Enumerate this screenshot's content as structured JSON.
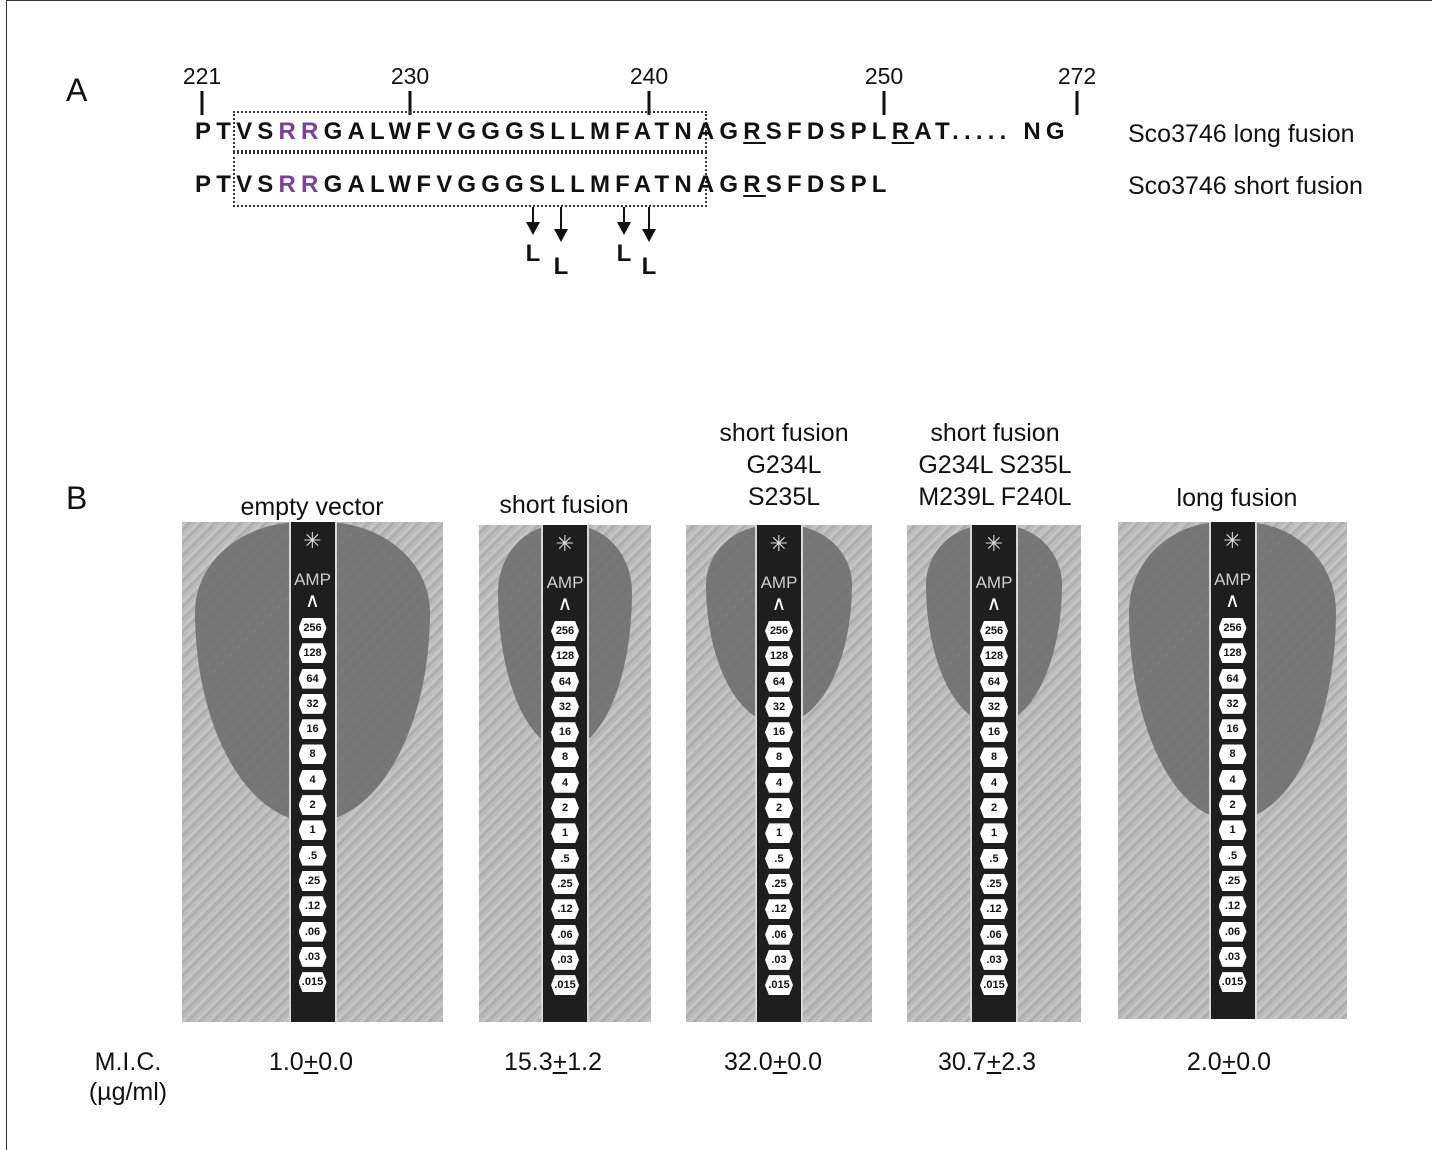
{
  "panel_a": {
    "letter": "A",
    "positions": [
      "221",
      "230",
      "240",
      "250",
      "272"
    ],
    "long_seq": {
      "pre": "PT",
      "box1": "VS",
      "rr": "RR",
      "box2": "GALWFVGGGSLLMFAT",
      "post1": "NAG",
      "r1": "R",
      "post2": "SFDSPL",
      "r2": "R",
      "post3": "AT..... NG",
      "label": "Sco3746 long fusion"
    },
    "short_seq": {
      "pre": "PT",
      "box1": "VS",
      "rr": "RR",
      "box2": "GALWFVGGGSLLMFAT",
      "post1": "NAG",
      "r1": "R",
      "post2": "SFDSPL",
      "label": "Sco3746 short fusion"
    },
    "mutations": [
      "L",
      "L",
      "L",
      "L"
    ]
  },
  "panel_b": {
    "letter": "B",
    "conditions": [
      {
        "title_lines": [
          "empty vector"
        ],
        "mic": "1.0",
        "pm": "+",
        "sd": "0.0",
        "zone_fraction": 0.6
      },
      {
        "title_lines": [
          "short fusion"
        ],
        "mic": "15.3",
        "pm": "+",
        "sd": "1.2",
        "zone_fraction": 0.45
      },
      {
        "title_lines": [
          "short fusion",
          "G234L",
          "S235L"
        ],
        "mic": "32.0",
        "pm": "+",
        "sd": "0.0",
        "zone_fraction": 0.4
      },
      {
        "title_lines": [
          "short fusion",
          "G234L S235L",
          "M239L F240L"
        ],
        "mic": "30.7",
        "pm": "+",
        "sd": "2.3",
        "zone_fraction": 0.4
      },
      {
        "title_lines": [
          "long fusion"
        ],
        "mic": "2.0",
        "pm": "+",
        "sd": "0.0",
        "zone_fraction": 0.6
      }
    ],
    "strip_label": "AMP",
    "strip_scale": [
      "256",
      "128",
      "64",
      "32",
      "16",
      "8",
      "4",
      "2",
      "1",
      ".5",
      ".25",
      ".12",
      ".06",
      ".03",
      ".015"
    ],
    "mic_label_line1": "M.I.C.",
    "mic_label_line2": "(µg/ml)"
  }
}
